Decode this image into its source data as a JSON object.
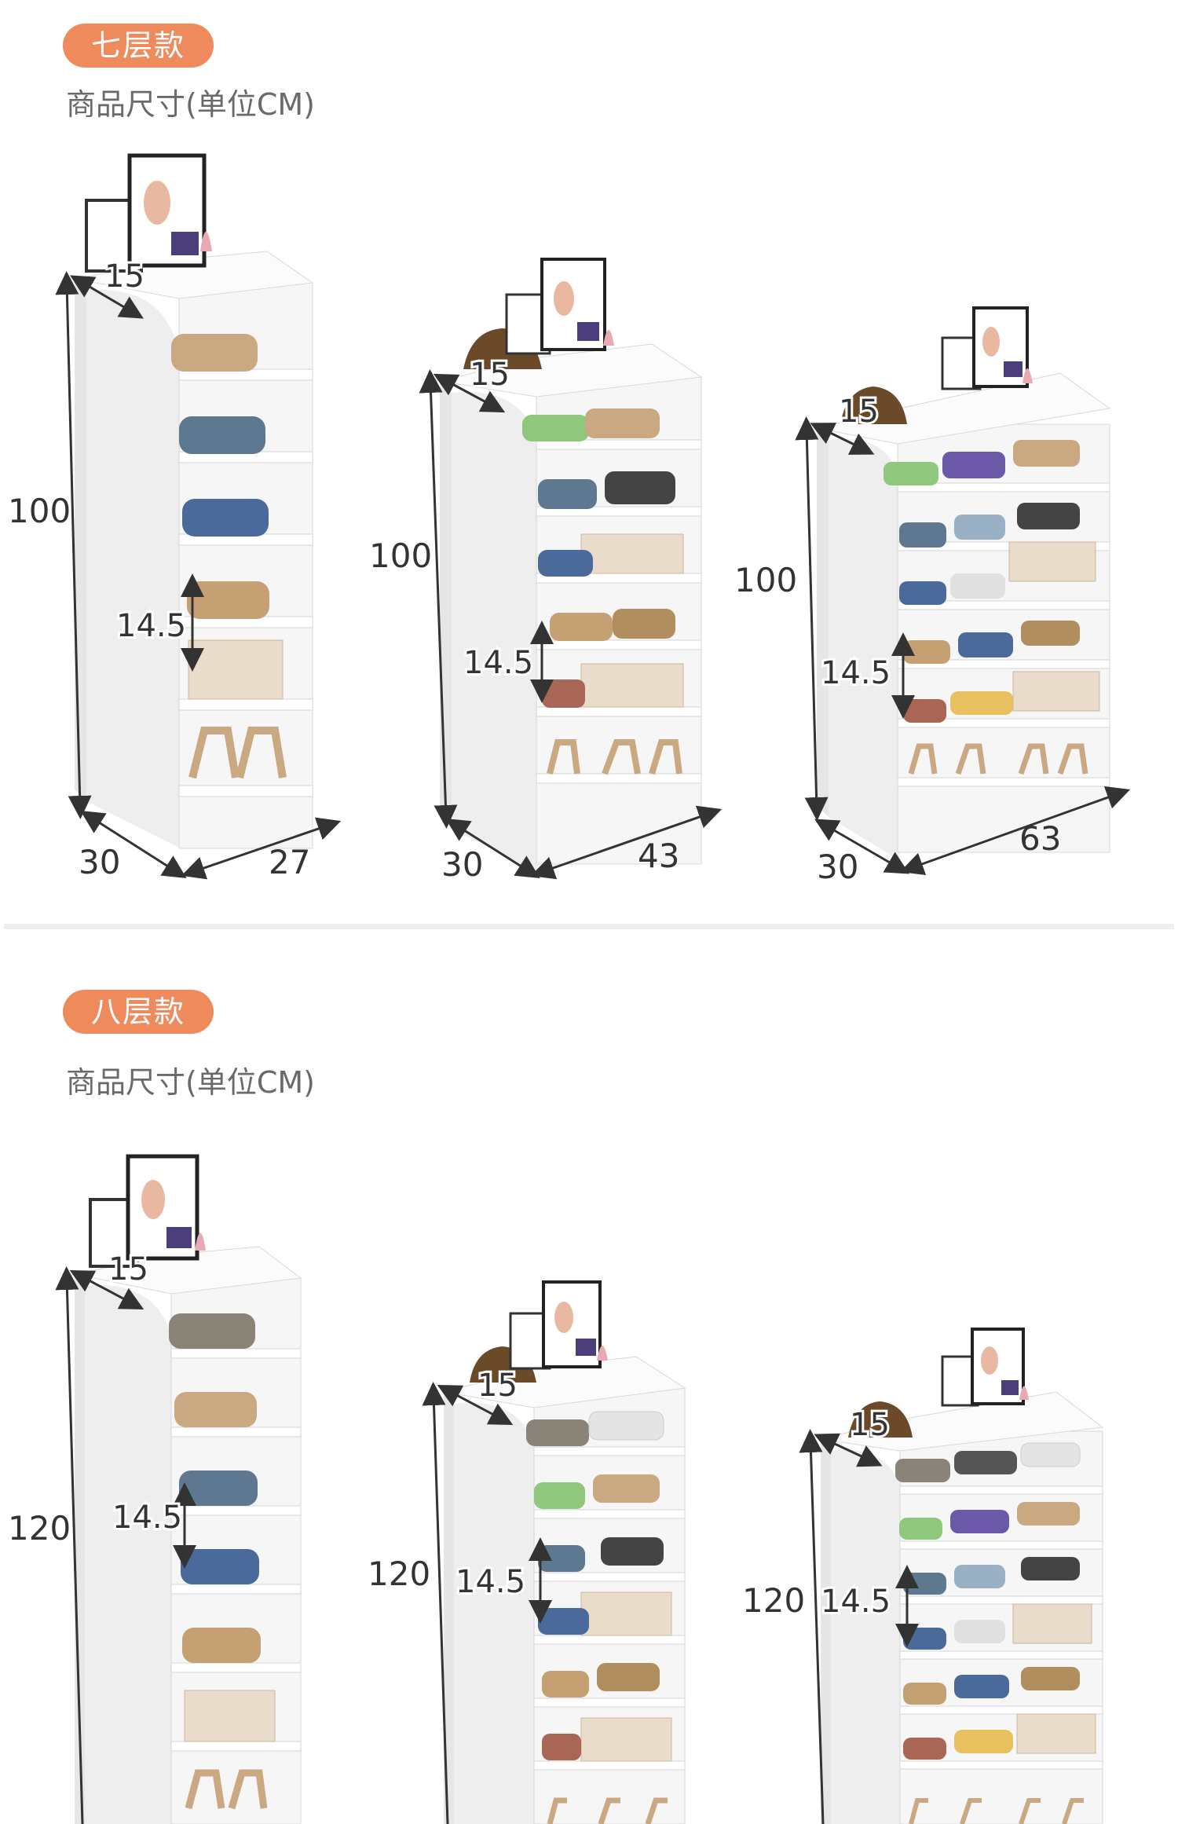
{
  "sections": [
    {
      "badge": "七层款",
      "subtitle": "商品尺寸(单位CM)",
      "products": [
        {
          "height": "100",
          "depth": "30",
          "width": "27",
          "top_gap": "15",
          "shelf_gap": "14.5"
        },
        {
          "height": "100",
          "depth": "30",
          "width": "43",
          "top_gap": "15",
          "shelf_gap": "14.5"
        },
        {
          "height": "100",
          "depth": "30",
          "width": "63",
          "top_gap": "15",
          "shelf_gap": "14.5"
        }
      ]
    },
    {
      "badge": "八层款",
      "subtitle": "商品尺寸(单位CM)",
      "products": [
        {
          "height": "120",
          "top_gap": "15",
          "shelf_gap": "14.5"
        },
        {
          "height": "120",
          "top_gap": "15",
          "shelf_gap": "14.5"
        },
        {
          "height": "120",
          "top_gap": "15",
          "shelf_gap": "14.5"
        }
      ]
    }
  ],
  "colors": {
    "badge": "#ee8a5c",
    "cabinet": "#f4f4f4",
    "divider": "#eeeeee"
  }
}
